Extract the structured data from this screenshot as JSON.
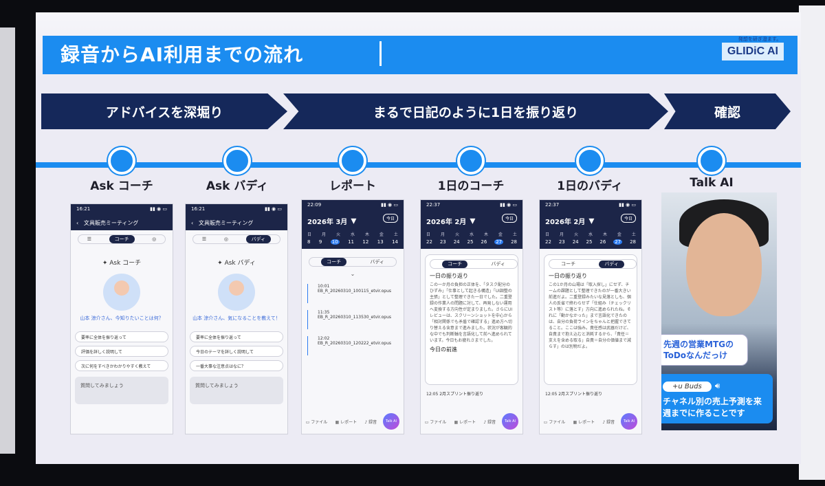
{
  "slide": {
    "title": "録音からAI利用までの流れ",
    "logo_tagline": "発想を研ぎ澄ます。",
    "logo_text": "GLIDiC AI"
  },
  "phases": [
    {
      "label": "アドバイスを深堀り"
    },
    {
      "label": "まるで日記のように1日を振り返り"
    },
    {
      "label": "確認"
    }
  ],
  "steps": [
    {
      "label": "Ask コーチ"
    },
    {
      "label": "Ask バディ"
    },
    {
      "label": "レポート"
    },
    {
      "label": "1日のコーチ"
    },
    {
      "label": "1日のバディ"
    },
    {
      "label": "Talk AI"
    }
  ],
  "phone1": {
    "time": "16:21",
    "header": "文具販売ミーティング",
    "seg_active": "コーチ",
    "mode_title": "Ask コーチ",
    "greeting": "山本 涼介さん、今知りたいことは何？",
    "chips": [
      "要率に全体を振り返って",
      "評価を詳しく説明して",
      "次に何をすべきかわかりやすく教えて"
    ],
    "input_placeholder": "質問してみましょう"
  },
  "phone2": {
    "time": "16:21",
    "header": "文具販売ミーティング",
    "seg_active": "バディ",
    "mode_title": "Ask バディ",
    "greeting": "山本 涼介さん、気になることを教えて！",
    "chips": [
      "要率に全体を振り返って",
      "今日のテーマを詳しく説明して",
      "一番大事な注意点はなに？"
    ],
    "input_placeholder": "質問してみましょう"
  },
  "phone3": {
    "time": "22:09",
    "month": "2026年 3月",
    "today_btn": "今日",
    "weekdays": [
      "日",
      "月",
      "火",
      "水",
      "木",
      "金",
      "土"
    ],
    "days": [
      "8",
      "9",
      "10",
      "11",
      "12",
      "13",
      "14"
    ],
    "today_day": "10",
    "seg_left": "コーチ",
    "seg_right": "バディ",
    "recordings": [
      {
        "time": "10:01",
        "name": "EB_R_20260310_100115_etvir.opus"
      },
      {
        "time": "11:35",
        "name": "EB_R_20260310_113530_etvir.opus"
      },
      {
        "time": "12:02",
        "name": "EB_R_20260310_120222_etvir.opus"
      }
    ],
    "tabs": [
      "ファイル",
      "レポート",
      "録音"
    ],
    "talk_btn": "Talk AI"
  },
  "phone4": {
    "time": "22:37",
    "month": "2026年 2月",
    "today_btn": "今日",
    "weekdays": [
      "日",
      "月",
      "火",
      "水",
      "木",
      "金",
      "土"
    ],
    "days": [
      "22",
      "23",
      "24",
      "25",
      "26",
      "27",
      "28"
    ],
    "today_day": "27",
    "seg_left": "コーチ",
    "seg_right": "バディ",
    "card_title": "一日の振り返り",
    "card_body": "この一か月の負担の正体を、「タスク配分のひずみ」「仕事として起きる構造」「UI調整の主張」として整理できた一日でした。二重登録の作業人の問題に対して、再発しない運用へ変換する方向性が定まりました。さらにUIレビューは、スクリーンショットを中心から「相対関係でも矛盾で確認する」進め方へ切り替える含意まで進みました。状況が客観的な中でも判断軸を言語化して前へ進められています。今日もお疲れさまでした。",
    "card_sub": "今日の前進",
    "footer_time": "12:05",
    "footer_title": "2月スプリント振り返り",
    "tabs": [
      "ファイル",
      "レポート",
      "録音"
    ],
    "talk_btn": "Talk AI"
  },
  "phone5": {
    "time": "22:37",
    "month": "2026年 2月",
    "today_btn": "今日",
    "weekdays": [
      "日",
      "月",
      "火",
      "水",
      "木",
      "金",
      "土"
    ],
    "days": [
      "22",
      "23",
      "24",
      "25",
      "26",
      "27",
      "28"
    ],
    "today_day": "27",
    "seg_left": "コーチ",
    "seg_right": "バディ",
    "card_title": "一日の振り返り",
    "card_body": "この1か月の山場は「取入探し」にせず、チームの課題として整理できたのが一番大きい前進だよ。二重登録みたいな見落としも、個人の反省で終わらせず「仕組み（チェックリスト等）に落とす」方向に進められたね。それに「動かなかった」まで言語化できたのは、自分の負荷ラインをちゃんと把握できてること。ここは強み。責任感は武器だけど、自責まで抱え込むと消耗するから、「責任＝支えを含める取る」自責＝自分の価値まで減らす」のは別物だよ。",
    "footer_time": "12:05",
    "footer_title": "2月スプリント振り返り",
    "tabs": [
      "ファイル",
      "レポート",
      "録音"
    ],
    "talk_btn": "Talk AI"
  },
  "talk_ai": {
    "speech_bubble": "先週の営業MTGのToDoなんだっけ",
    "device_badge": "+u Buds",
    "response": "チャネル別の売上予測を来週までに作ることです"
  },
  "colors": {
    "accent": "#1b8cf0",
    "navy": "#15285a",
    "slide_bg": "#ecebf4"
  },
  "icons": [
    "back-chevron-icon",
    "menu-icon",
    "sparkle-icon",
    "camera-icon",
    "send-icon",
    "folder-icon",
    "calendar-icon",
    "mic-icon",
    "sound-icon",
    "dropdown-icon"
  ]
}
